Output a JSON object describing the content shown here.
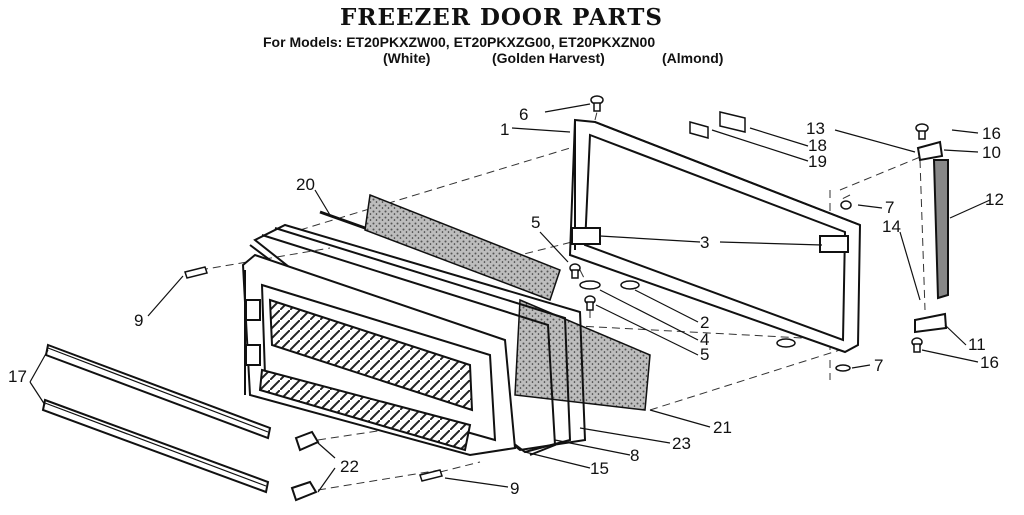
{
  "title": "FREEZER DOOR PARTS",
  "models_line": "For Models: ET20PKXZW00, ET20PKXZG00, ET20PKXZN00",
  "colors": [
    "(White)",
    "(Golden Harvest)",
    "(Almond)"
  ],
  "part_numbers": {
    "p1": "1",
    "p2": "2",
    "p3": "3",
    "p4": "4",
    "p5a": "5",
    "p5b": "5",
    "p6": "6",
    "p7a": "7",
    "p7b": "7",
    "p8": "8",
    "p9a": "9",
    "p9b": "9",
    "p10": "10",
    "p11": "11",
    "p12": "12",
    "p13": "13",
    "p14": "14",
    "p15": "15",
    "p16a": "16",
    "p16b": "16",
    "p17": "17",
    "p18": "18",
    "p19": "19",
    "p20": "20",
    "p21": "21",
    "p22": "22",
    "p23": "23"
  }
}
